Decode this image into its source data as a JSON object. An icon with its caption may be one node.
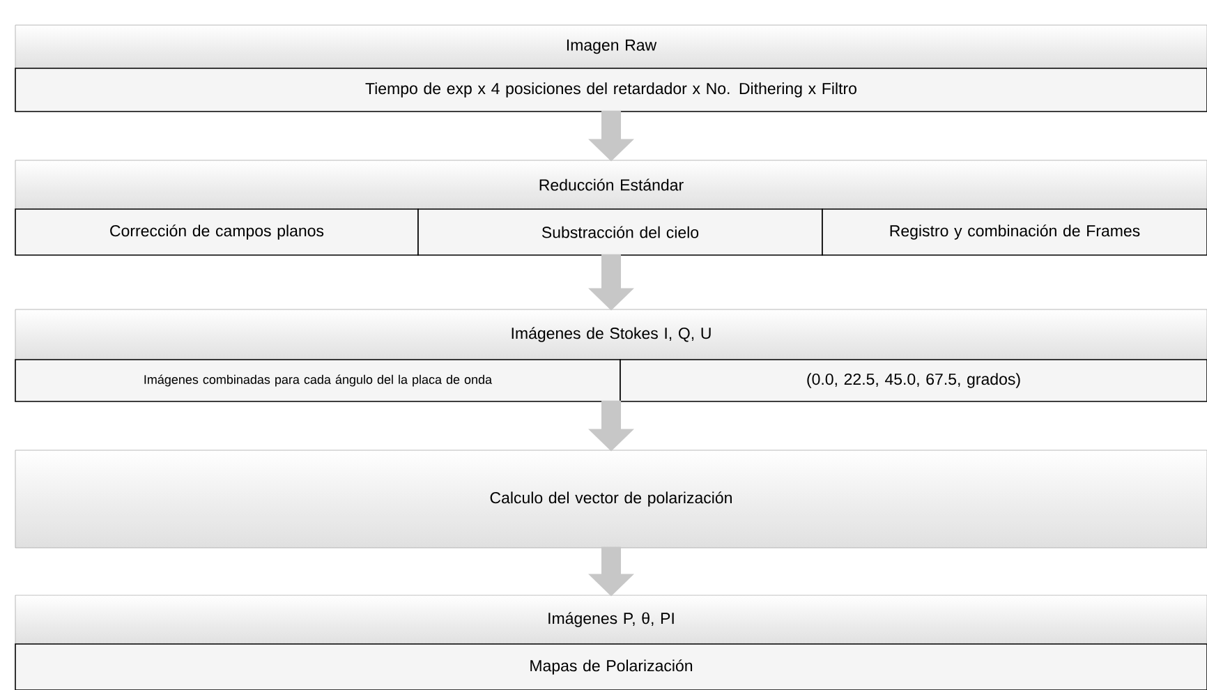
{
  "diagram": {
    "nodes": [
      {
        "text": [
          "Imagen Raw"
        ]
      },
      {
        "text": [
          "Tiempo de exp x  4 posiciones del retardador x No. Dithering x  Filtro"
        ]
      },
      {
        "text": [
          "Reducción Estándar"
        ]
      },
      {
        "text": [
          "Corrección de campos planos"
        ]
      },
      {
        "text": [
          "Substracción del cielo"
        ]
      },
      {
        "text": [
          "Registro y combinación de Frames"
        ]
      },
      {
        "text": [
          "Imágenes de Stokes I, Q, U"
        ]
      },
      {
        "text": [
          "Imágenes combinadas para cada ángulo del la placa de onda"
        ]
      },
      {
        "text": [
          "(0.0, 22.5, 45.0, 67.5, grados)"
        ]
      },
      {
        "text": [
          "Calculo del vector de polarización"
        ]
      },
      {
        "text": [
          "Imágenes P, θ, PI"
        ]
      },
      {
        "text": [
          "Mapas de Polarización"
        ]
      }
    ],
    "edges": [
      {
        "from": 1,
        "to": 2,
        "arrow": "to"
      },
      {
        "from": 4,
        "to": 6,
        "arrow": "to"
      },
      {
        "from": 7,
        "to": 9,
        "arrow": "to"
      },
      {
        "from": 9,
        "to": 10,
        "arrow": "to"
      }
    ]
  }
}
